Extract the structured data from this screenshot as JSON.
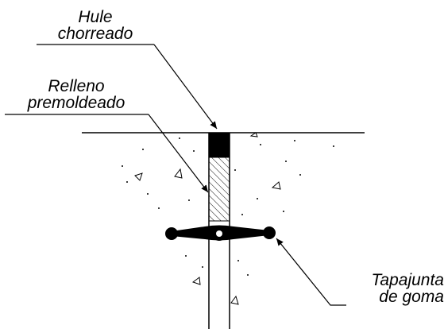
{
  "labels": {
    "sealant": {
      "line1": "Hule",
      "line2": "chorreado"
    },
    "filler": {
      "line1": "Relleno",
      "line2": "premoldeado"
    },
    "waterstop": {
      "line1": "Tapajunta",
      "line2": "de goma"
    }
  },
  "colors": {
    "ink": "#000000",
    "background": "#ffffff"
  }
}
